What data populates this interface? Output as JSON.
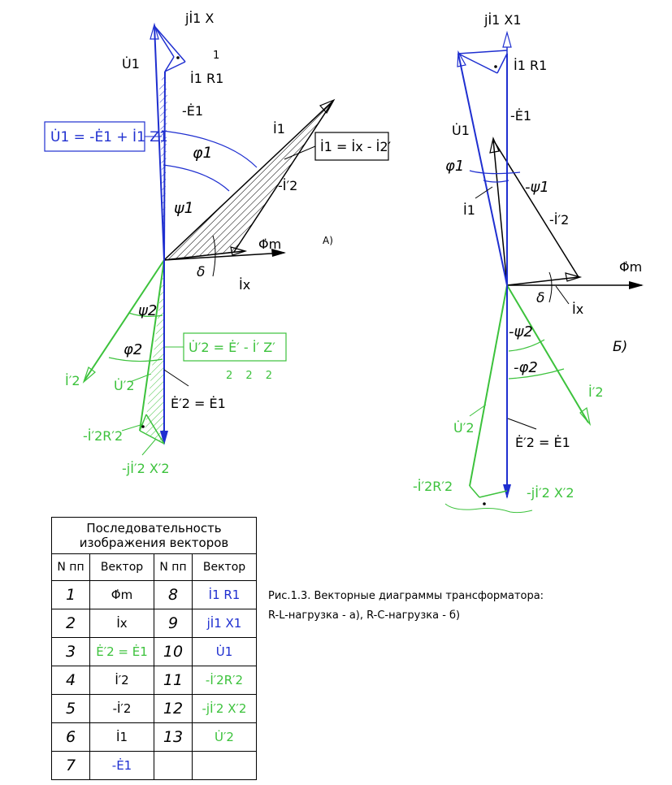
{
  "colors": {
    "black": "#000000",
    "blue": "#1f2fd0",
    "green": "#3cc23c"
  },
  "diagram_a": {
    "label_mark": "А)",
    "formula_u1": "U̇1 = -Ė1 + İ1 Z1",
    "formula_i1": "İ1 = İx - İ2′",
    "formula_u2": "U̇′2 = Ė′ - İ′ Z′",
    "formula_u2_subs": "2 2 2",
    "labels": {
      "jI1X": "jİ1 X",
      "jI1X_sub": "1",
      "U1": "U̇1",
      "I1R1": "İ1 R1",
      "mE1": "-Ė1",
      "I1": "İ1",
      "phi1": "φ1",
      "psi1": "ψ1",
      "mI2": "-İ′2",
      "Phim": "Φ̇m",
      "delta": "δ",
      "Ix": "İx",
      "psi2": "ψ2",
      "phi2": "φ2",
      "I2": "İ′2",
      "U2": "U̇′2",
      "E2E1": "Ė′2 = Ė1",
      "mI2R2": "-İ′2R′2",
      "mjI2X2": "-jİ′2 X′2"
    }
  },
  "diagram_b": {
    "label_mark": "Б)",
    "labels": {
      "jI1X1": "jİ1 X1",
      "I1R1": "İ1 R1",
      "U1": "U̇1",
      "mE1": "-Ė1",
      "phi1": "φ1",
      "mpsi1": "-ψ1",
      "I1": "İ1",
      "mI2": "-İ′2",
      "Phim": "Φ̇m",
      "delta": "δ",
      "Ix": "İx",
      "mpsi2": "-ψ2",
      "mphi2": "-φ2",
      "I2": "İ′2",
      "U2": "U̇′2",
      "E2E1": "Ė′2 = Ė1",
      "mI2R2": "-İ′2R′2",
      "mjI2X2": "-jİ′2 X′2"
    }
  },
  "table": {
    "title_line1": "Последовательность",
    "title_line2": "изображения векторов",
    "col_n": "N пп",
    "col_vec": "Вектор",
    "rows": [
      {
        "n1": "1",
        "v1": "Φ̇m",
        "c1": "black",
        "n2": "8",
        "v2": "İ1 R1",
        "c2": "blue"
      },
      {
        "n1": "2",
        "v1": "İx",
        "c1": "black",
        "n2": "9",
        "v2": "jİ1 X1",
        "c2": "blue"
      },
      {
        "n1": "3",
        "v1": "Ė′2 = Ė1",
        "c1": "green",
        "n2": "10",
        "v2": "U̇1",
        "c2": "blue"
      },
      {
        "n1": "4",
        "v1": "İ′2",
        "c1": "black",
        "n2": "11",
        "v2": "-İ′2R′2",
        "c2": "green"
      },
      {
        "n1": "5",
        "v1": "-İ′2",
        "c1": "black",
        "n2": "12",
        "v2": "-jİ′2 X′2",
        "c2": "green"
      },
      {
        "n1": "6",
        "v1": "İ1",
        "c1": "black",
        "n2": "13",
        "v2": "U̇′2",
        "c2": "green"
      },
      {
        "n1": "7",
        "v1": "-Ė1",
        "c1": "blue",
        "n2": "",
        "v2": "",
        "c2": "black"
      }
    ]
  },
  "caption": {
    "line1": "Рис.1.3. Векторные диаграммы трансформатора:",
    "line2": "R-L-нагрузка  - а),  R-C-нагрузка  - б)"
  }
}
